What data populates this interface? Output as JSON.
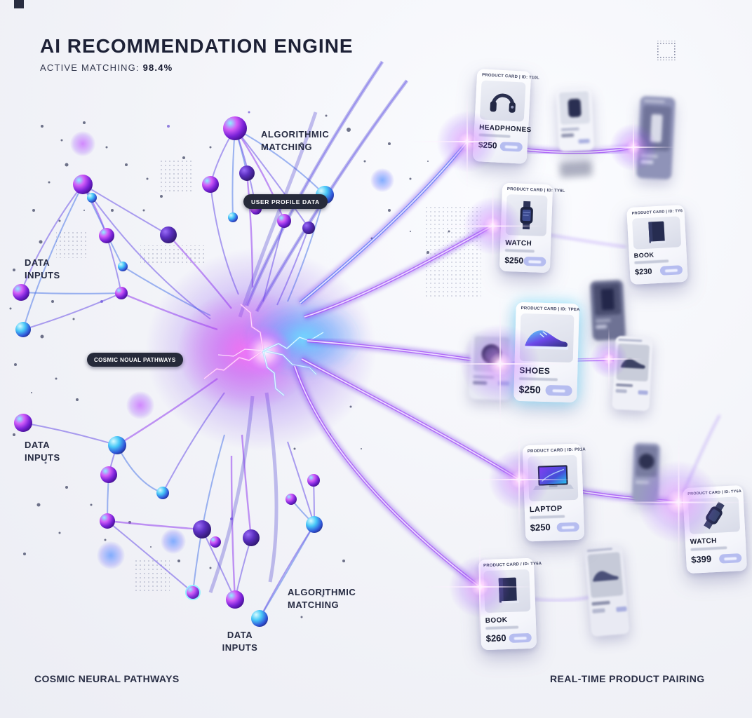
{
  "header": {
    "title": "AI RECOMMENDATION ENGINE",
    "active_matching_label": "ACTIVE MATCHING:",
    "active_matching_value": "98.4%"
  },
  "network": {
    "label_algorithmic_top": "ALGORITHMIC MATCHING",
    "pill_user_profile": "USER PROFILE DATA",
    "label_data_inputs_left": "DATA INPUTS",
    "pill_cosmic": "COSMIC NOUAL PATHWAYS",
    "label_data_inputs_mid": "DATA INPUTS",
    "label_algorithmic_bottom": "ALGORITHMIC MATCHING",
    "label_data_inputs_bottom": "DATA INPUTS"
  },
  "cards": [
    {
      "header": "PRODUCT CARD | ID: T10L",
      "name": "HEADPHONES",
      "price": "$250"
    },
    {
      "header": "PRODUCT CARD | ID: TY6L",
      "name": "WATCH",
      "price": "$250"
    },
    {
      "header": "PRODUCT CARD | ID: TY6",
      "name": "BOOK",
      "price": "$230"
    },
    {
      "header": "PRODUCT CARD | ID: TPEA",
      "name": "SHOES",
      "price": "$250"
    },
    {
      "header": "PRODUCT CARD | ID: P91A",
      "name": "LAPTOP",
      "price": "$250"
    },
    {
      "header": "PRODUCT CARD / ID: TY6A",
      "name": "BOOK",
      "price": "$260"
    },
    {
      "header": "PRODUCT CARD | ID: TY6A",
      "name": "WATCH",
      "price": "$399"
    }
  ],
  "footer": {
    "left": "COSMIC NEURAL PATHWAYS",
    "right": "REAL-TIME PRODUCT PAIRING"
  },
  "colors": {
    "accent_purple": "#8b3ff2",
    "accent_magenta": "#e14df0",
    "accent_cyan": "#2fd4ff",
    "text_dark": "#1d2136"
  }
}
